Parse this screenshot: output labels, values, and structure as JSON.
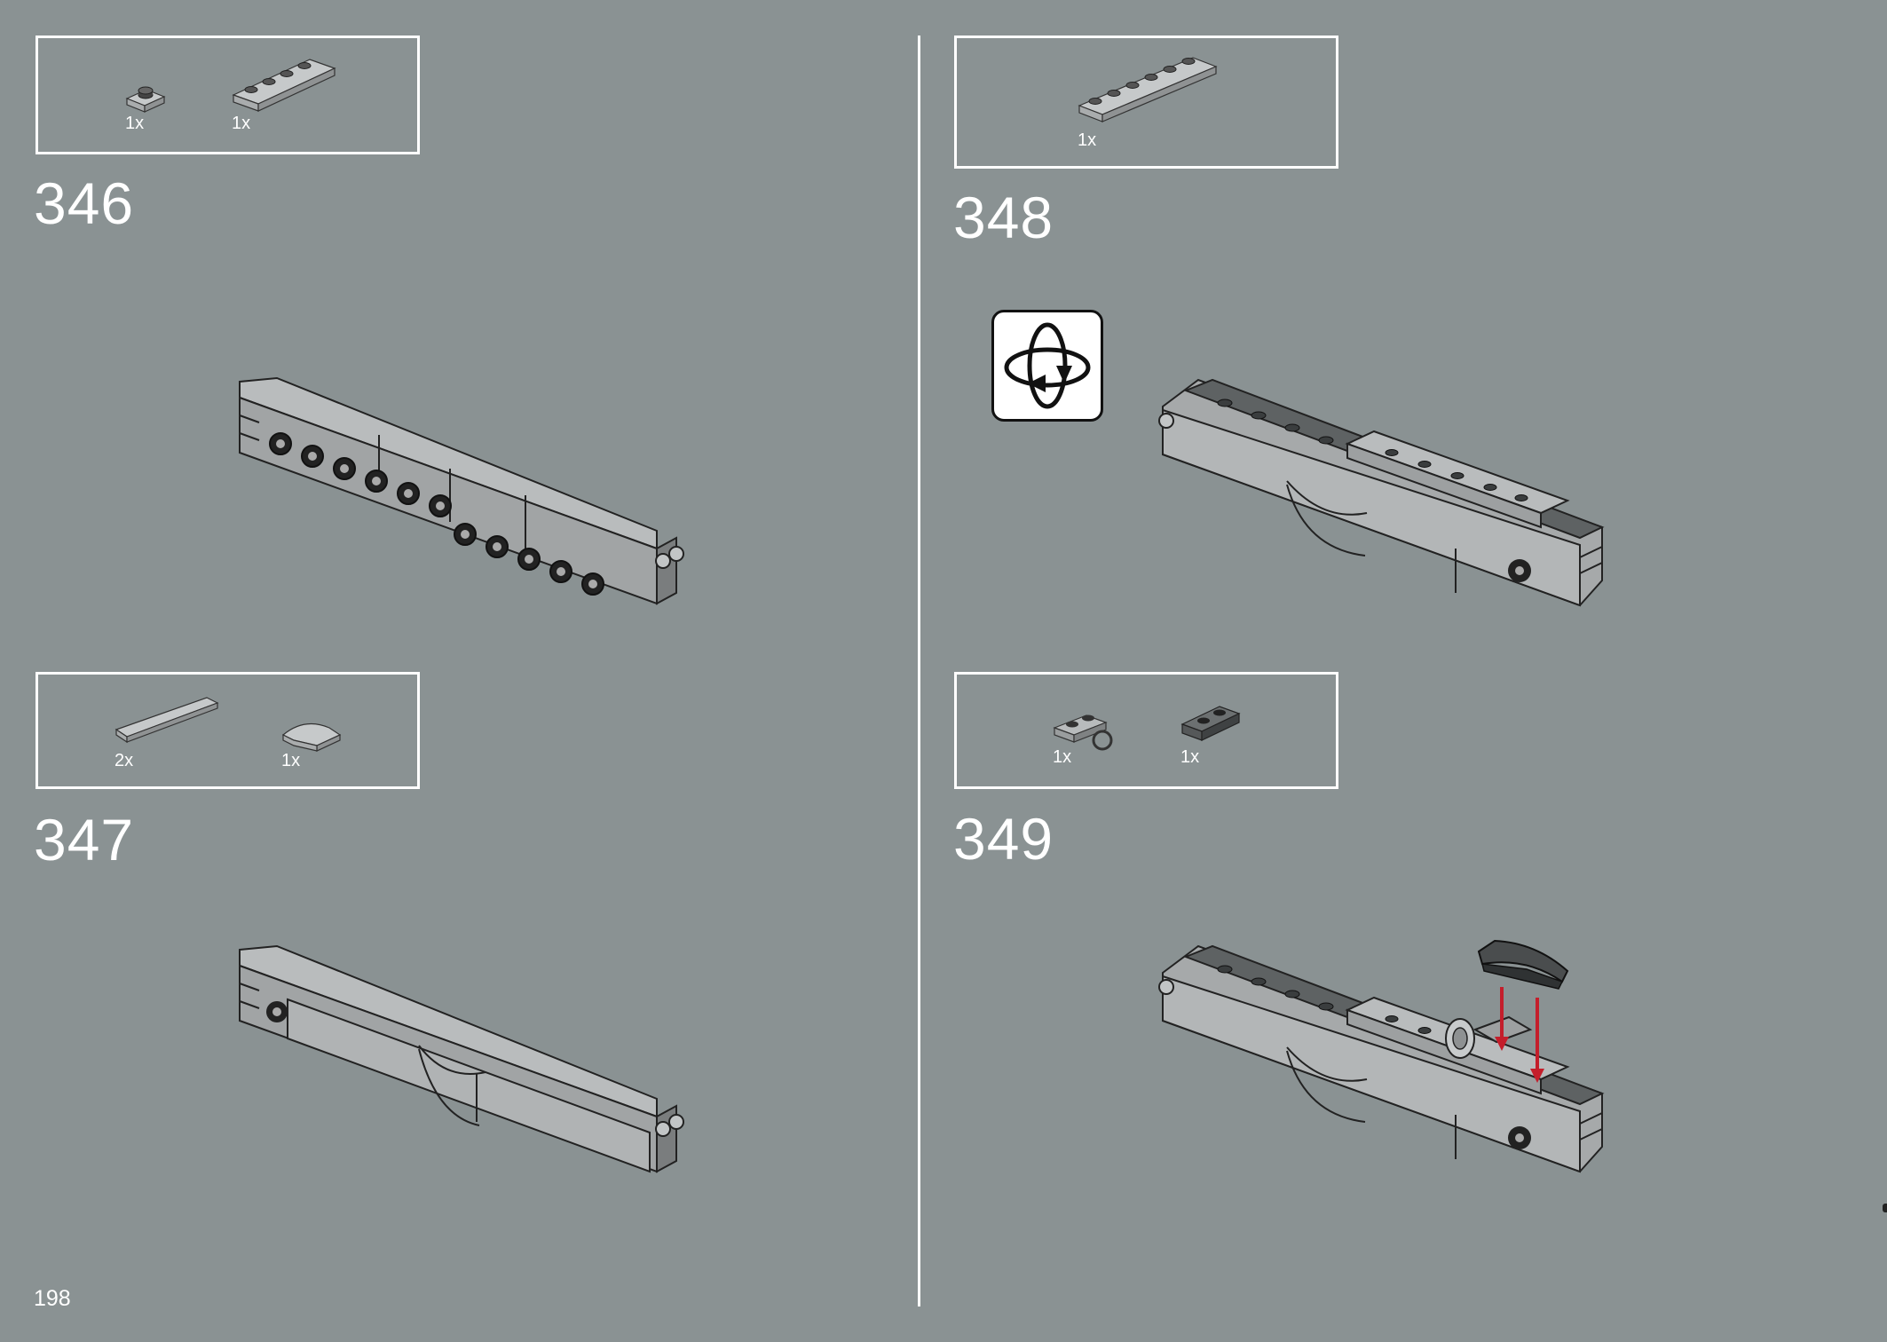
{
  "page": {
    "number": "198"
  },
  "steps": [
    {
      "number": "346",
      "parts": [
        {
          "qty": "1x",
          "icon": "plate-1x1"
        },
        {
          "qty": "1x",
          "icon": "plate-1x4"
        }
      ]
    },
    {
      "number": "347",
      "parts": [
        {
          "qty": "2x",
          "icon": "tile-1x6"
        },
        {
          "qty": "1x",
          "icon": "slope-curved-1x2"
        }
      ]
    },
    {
      "number": "348",
      "parts": [
        {
          "qty": "1x",
          "icon": "plate-1x6"
        }
      ],
      "callout_icon": "rotate-model-icon"
    },
    {
      "number": "349",
      "parts": [
        {
          "qty": "1x",
          "icon": "plate-with-clip"
        },
        {
          "qty": "1x",
          "icon": "jumper-plate-1x2"
        }
      ]
    }
  ],
  "colors": {
    "background": "#8a9293",
    "brick_light": "#b5b8b9",
    "brick_mid": "#9a9d9e",
    "brick_dark": "#5e6263",
    "arrow": "#c41e2b",
    "text": "#ffffff"
  }
}
